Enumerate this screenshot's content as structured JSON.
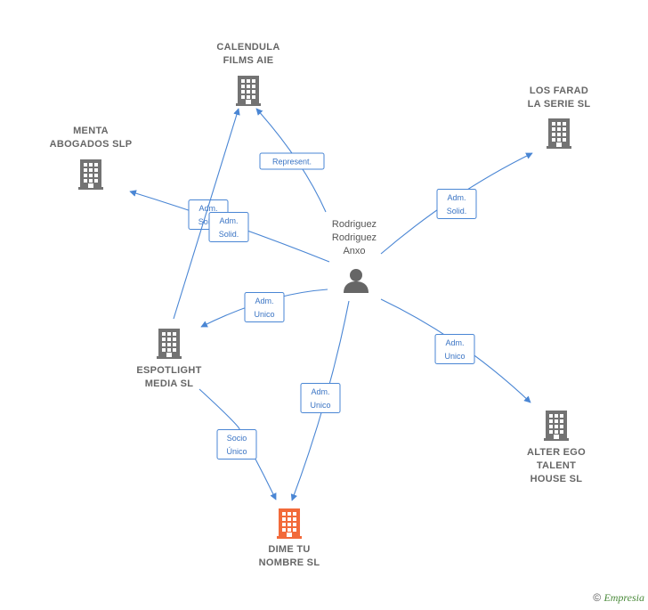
{
  "colors": {
    "edge": "#4a86d4",
    "company": "#737373",
    "highlight": "#f26a3a",
    "person": "#666666"
  },
  "person": {
    "id": "anxo",
    "lines": [
      "Rodriguez",
      "Rodriguez",
      "Anxo"
    ],
    "icon": "person-icon"
  },
  "companies": [
    {
      "id": "calendula",
      "lines": [
        "CALENDULA",
        "FILMS  AIE"
      ],
      "icon": "building-icon",
      "highlight": false
    },
    {
      "id": "menta",
      "lines": [
        "MENTA",
        "ABOGADOS SLP"
      ],
      "icon": "building-icon",
      "highlight": false
    },
    {
      "id": "losfarad",
      "lines": [
        "LOS FARAD",
        "LA SERIE  SL"
      ],
      "icon": "building-icon",
      "highlight": false
    },
    {
      "id": "espotlight",
      "lines": [
        "ESPOTLIGHT",
        "MEDIA  SL"
      ],
      "icon": "building-icon",
      "highlight": false
    },
    {
      "id": "alterego",
      "lines": [
        "ALTER EGO",
        "TALENT",
        "HOUSE  SL"
      ],
      "icon": "building-icon",
      "highlight": false
    },
    {
      "id": "dimetu",
      "lines": [
        "DIME TU",
        "NOMBRE  SL"
      ],
      "icon": "building-icon",
      "highlight": true
    }
  ],
  "edges": [
    {
      "from": "anxo",
      "to": "calendula",
      "label": [
        "Represent."
      ]
    },
    {
      "from": "anxo",
      "to": "menta",
      "label": [
        "Adm.",
        "Solid."
      ]
    },
    {
      "from": "anxo",
      "to": "losfarad",
      "label": [
        "Adm.",
        "Solid."
      ]
    },
    {
      "from": "anxo",
      "to": "espotlight",
      "label": [
        "Adm.",
        "Unico"
      ]
    },
    {
      "from": "anxo",
      "to": "alterego",
      "label": [
        "Adm.",
        "Unico"
      ]
    },
    {
      "from": "anxo",
      "to": "dimetu",
      "label": [
        "Adm.",
        "Unico"
      ]
    },
    {
      "from": "espotlight",
      "to": "calendula",
      "label": [
        "Adm.",
        "Solid."
      ]
    },
    {
      "from": "espotlight",
      "to": "dimetu",
      "label": [
        "Socio",
        "Único"
      ]
    }
  ],
  "footer": {
    "copyright": "©",
    "brand": "Empresia"
  }
}
